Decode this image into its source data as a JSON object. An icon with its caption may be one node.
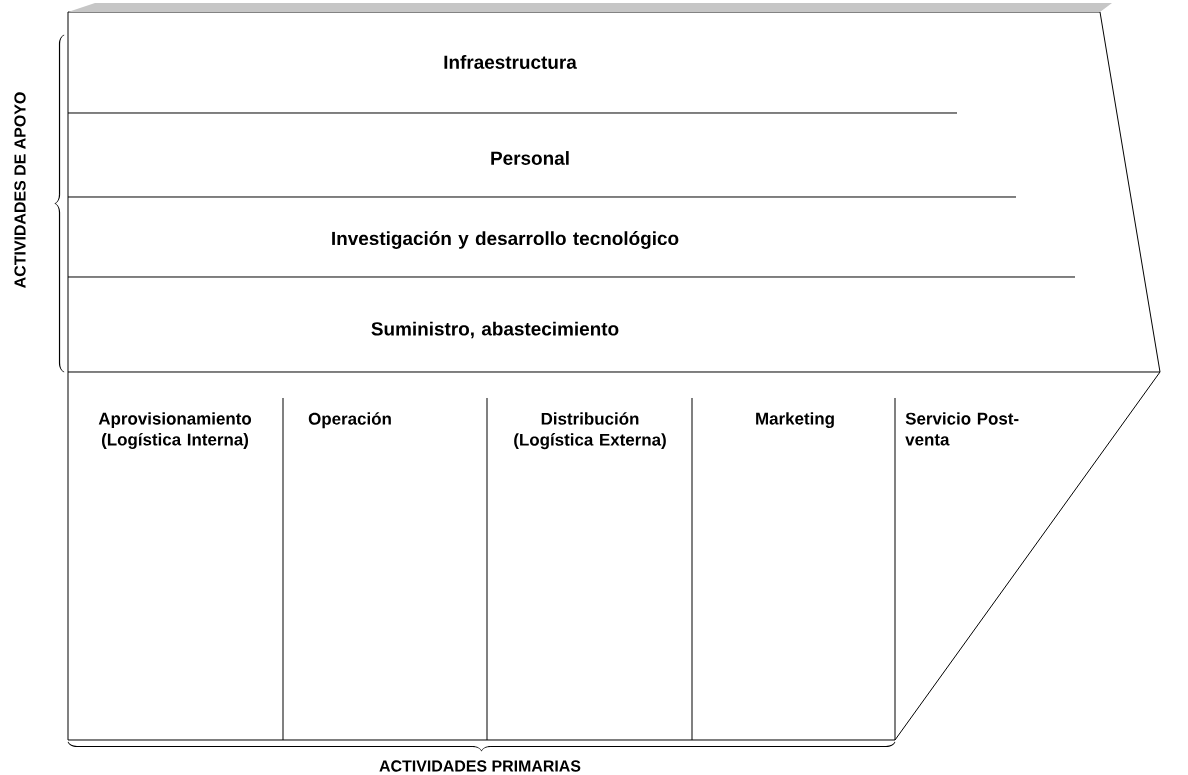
{
  "diagram": {
    "nodes": [
      {
        "text": [
          "Infraestructura"
        ]
      },
      {
        "text": [
          "Personal"
        ]
      },
      {
        "text": [
          "Investigación y desarrollo tecnológico"
        ]
      },
      {
        "text": [
          "Suministro, abastecimiento"
        ]
      },
      {
        "text": [
          "Aprovisionamiento (Logística Interna)"
        ]
      },
      {
        "text": [
          "Operación"
        ]
      },
      {
        "text": [
          "Distribución (Logística Externa)"
        ]
      },
      {
        "text": [
          "Marketing"
        ]
      },
      {
        "text": [
          "Servicio Post-venta"
        ]
      }
    ],
    "edges": [],
    "labels": [
      "ACTIVIDADES DE APOYO",
      "ACTIVIDADES PRIMARIAS"
    ]
  }
}
